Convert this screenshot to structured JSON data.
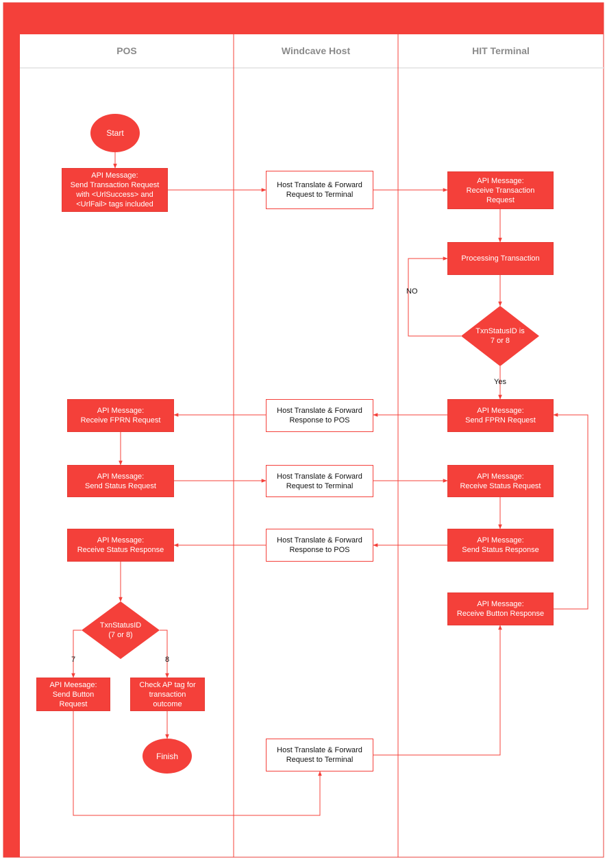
{
  "colors": {
    "accent": "#f4403a",
    "frame": "#e8413c",
    "lane_text": "#8a8a8a",
    "lane_line": "#f4403a"
  },
  "lanes": {
    "pos": "POS",
    "host": "Windcave Host",
    "terminal": "HIT Terminal"
  },
  "nodes": {
    "start": "Start",
    "pos_send_txn": "API Message:\nSend Transaction Request\nwith <UrlSuccess> and\n<UrlFail> tags included",
    "host_fwd_1": "Host Translate & Forward\nRequest to Terminal",
    "term_recv_txn": "API Message:\nReceive Transaction\nRequest",
    "term_processing": "Processing Transaction",
    "term_decision": "TxnStatusID is\n7 or 8",
    "term_send_fprn": "API Message:\nSend FPRN Request",
    "host_resp_1": "Host Translate & Forward\nResponse to POS",
    "pos_recv_fprn": "API Message:\nReceive FPRN Request",
    "pos_send_status": "API Message:\nSend  Status Request",
    "host_fwd_2": "Host Translate & Forward\nRequest to Terminal",
    "term_recv_status": "API Message:\nReceive Status Request",
    "term_send_status_resp": "API Message:\nSend  Status Response",
    "host_resp_2": "Host Translate & Forward\nResponse to POS",
    "pos_recv_status_resp": "API Message:\nReceive  Status Response",
    "pos_decision": "TxnStatusID\n(7 or 8)",
    "pos_send_button": "API Meesage:\nSend Button\nRequest",
    "pos_check_ap": "Check AP tag for\ntransaction\noutcome",
    "finish": "Finish",
    "host_fwd_3": "Host Translate & Forward\nRequest to Terminal",
    "term_recv_button": "API Message:\nReceive Button Response"
  },
  "edge_labels": {
    "no": "NO",
    "yes": "Yes",
    "seven": "7",
    "eight": "8"
  }
}
